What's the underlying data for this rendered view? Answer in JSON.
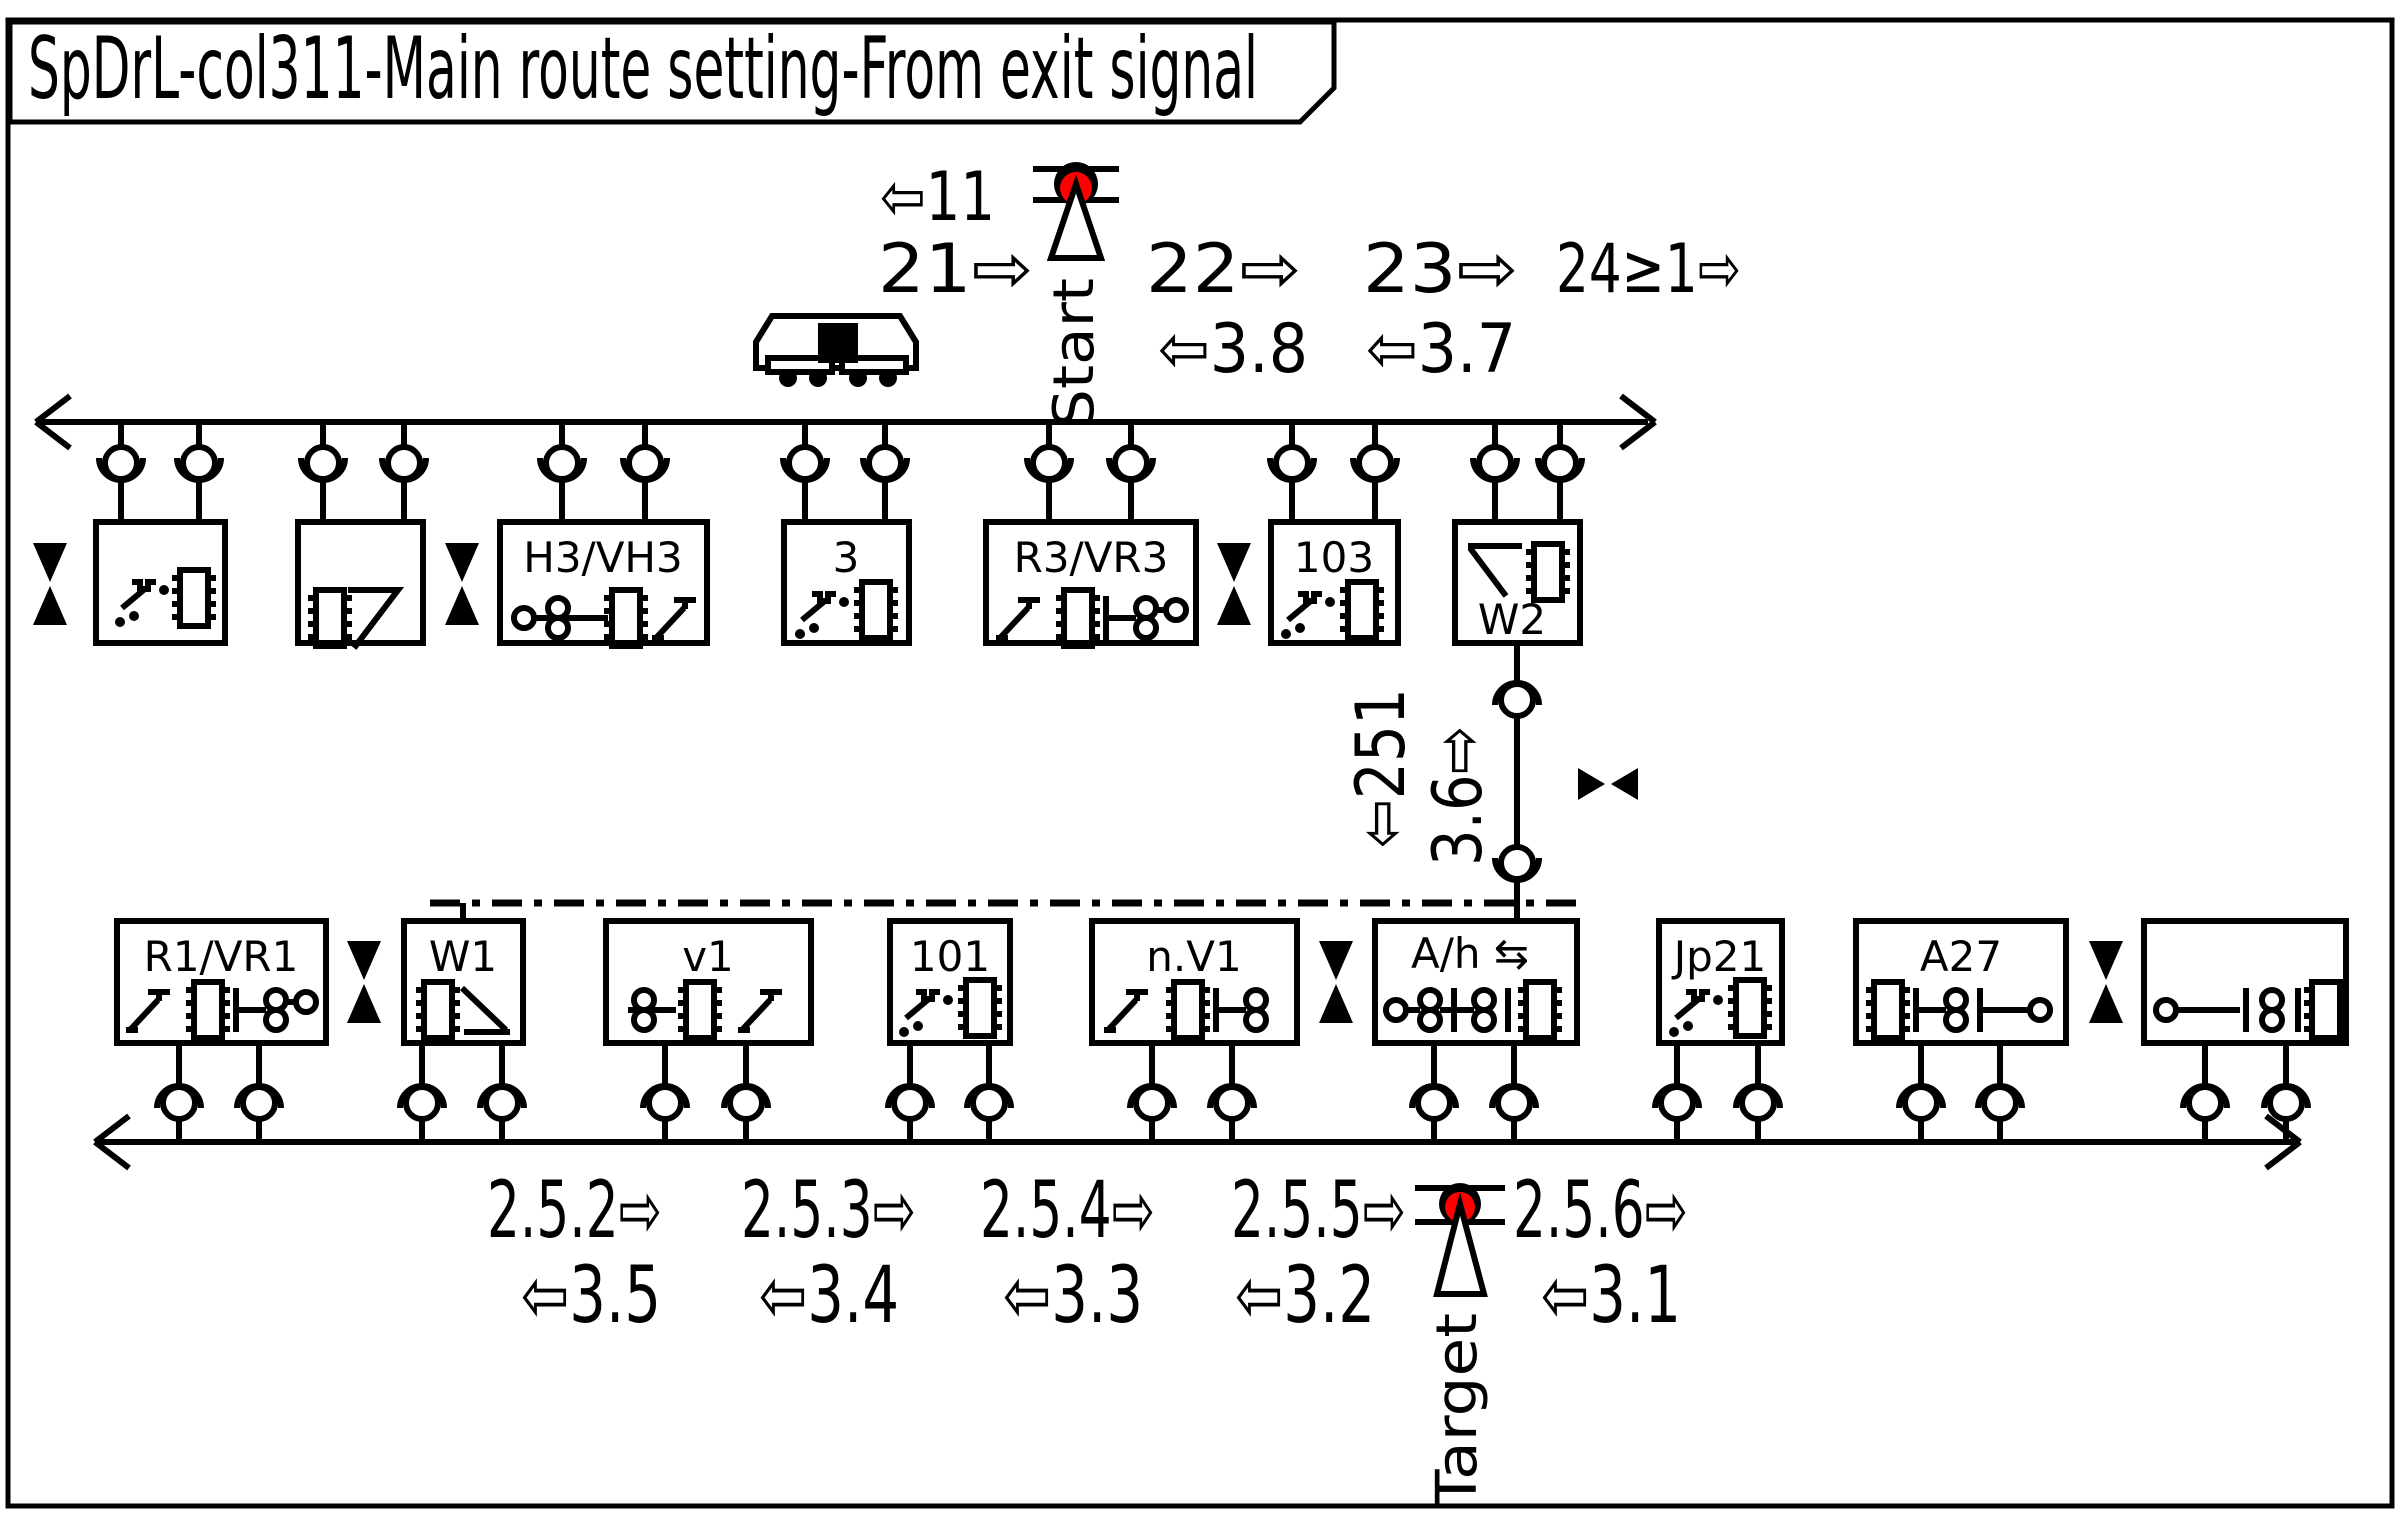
{
  "title": "SpDrL-col311-Main route setting-From exit signal",
  "colors": {
    "line": "#000000",
    "signal_red": "#ff0000",
    "background": "#ffffff"
  },
  "signals": {
    "start": {
      "name": "Start"
    },
    "target": {
      "name": "Target"
    }
  },
  "route_steps": {
    "top": {
      "s11": "⇦11",
      "s21": "21⇨",
      "s22": "22⇨",
      "s23": "23⇨",
      "s24": "24≥1⇨",
      "s38": "⇦3.8",
      "s37": "⇦3.7"
    },
    "link": {
      "s251": "⇦251",
      "s36": "3.6⇨"
    },
    "bottom": {
      "s252": "2.5.2⇨",
      "s253": "2.5.3⇨",
      "s254": "2.5.4⇨",
      "s255": "2.5.5⇨",
      "s256": "2.5.6⇨",
      "s35": "⇦3.5",
      "s34": "⇦3.4",
      "s33": "⇦3.3",
      "s32": "⇦3.2",
      "s31": "⇦3.1"
    }
  },
  "modules": {
    "top": [
      {
        "label": ""
      },
      {
        "label": ""
      },
      {
        "label": "H3/VH3"
      },
      {
        "label": "3"
      },
      {
        "label": "R3/VR3"
      },
      {
        "label": "103"
      },
      {
        "label": "W2"
      }
    ],
    "bottom": [
      {
        "label": "R1/VR1"
      },
      {
        "label": "W1"
      },
      {
        "label": "v1"
      },
      {
        "label": "101"
      },
      {
        "label": "n.V1"
      },
      {
        "label": "A/h ⇆"
      },
      {
        "label": "Jp21"
      },
      {
        "label": "A27"
      },
      {
        "label": ""
      }
    ]
  }
}
